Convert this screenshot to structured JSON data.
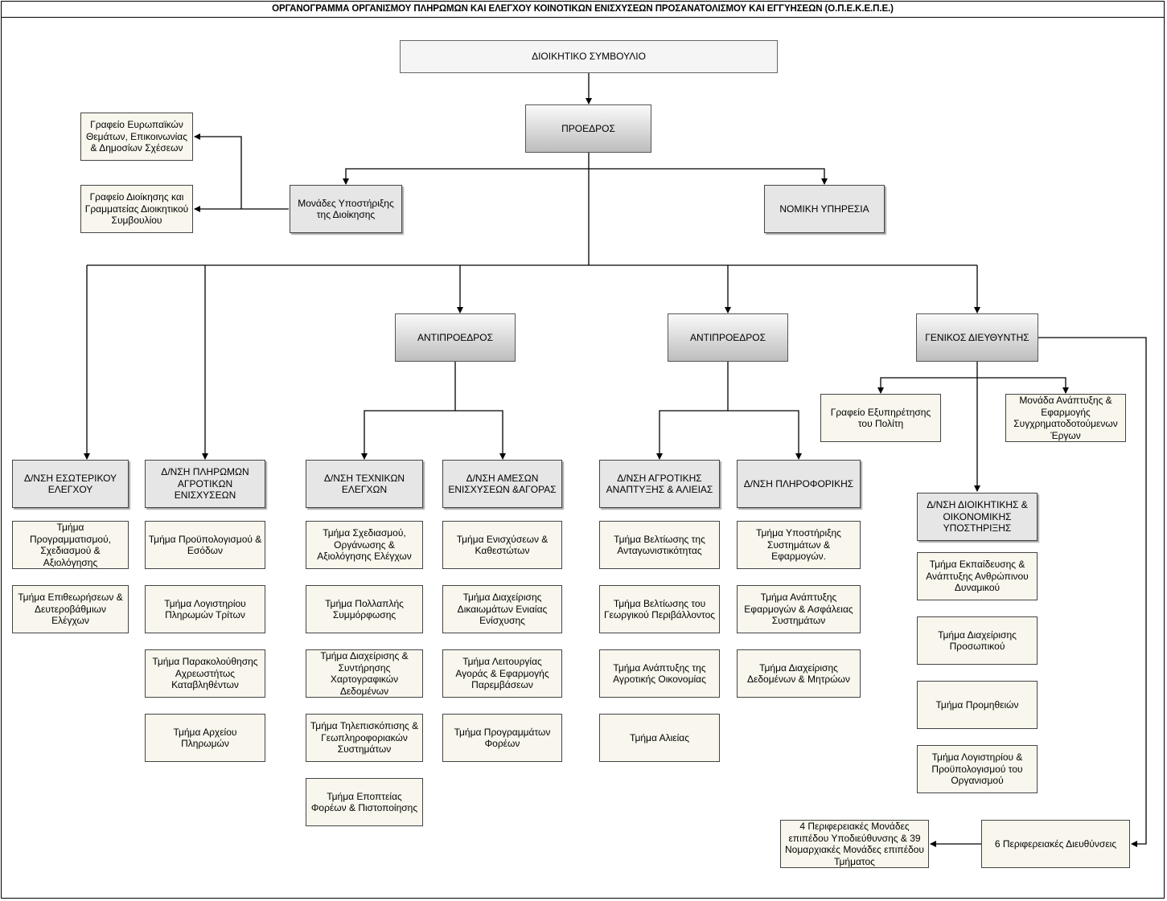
{
  "title": "ΟΡΓΑΝΟΓΡΑΜΜΑ ΟΡΓΑΝΙΣΜΟΥ ΠΛΗΡΩΜΩΝ ΚΑΙ ΕΛΕΓΧΟΥ ΚΟΙΝΟΤΙΚΩΝ ΕΝΙΣΧΥΣΕΩΝ ΠΡΟΣΑΝΑΤΟΛΙΣΜΟΥ ΚΑΙ ΕΓΓΥΗΣΕΩΝ (Ο.Π.Ε.Κ.Ε.Π.Ε.)",
  "top": {
    "board": "ΔΙΟΙΚΗΤΙΚΟ ΣΥΜΒΟΥΛΙΟ",
    "president": "ΠΡΟΕΔΡΟΣ",
    "support_units": "Μονάδες Υποστήριξης της Διοίκησης",
    "legal_service": "ΝΟΜΙΚΗ ΥΠΗΡΕΣΙΑ",
    "office_european": "Γραφείο Ευρωπαϊκών Θεμάτων, Επικοινωνίας & Δημοσίων Σχέσεων",
    "office_admin": "Γραφείο Διοίκησης και Γραμματείας Διοικητικού Συμβουλίου"
  },
  "vice_presidents": [
    "ΑΝΤΙΠΡΟΕΔΡΟΣ",
    "ΑΝΤΙΠΡΟΕΔΡΟΣ"
  ],
  "general_director": {
    "title": "ΓΕΝΙΚΟΣ ΔΙΕΥΘΥΝΤΗΣ",
    "office_citizen": "Γραφείο Εξυπηρέτησης του Πολίτη",
    "unit_cofunded": "Μονάδα Ανάπτυξης & Εφαρμογής Συγχρηματοδοτούμενων Έργων"
  },
  "directorates": [
    {
      "title": "Δ/ΝΣΗ ΕΣΩΤΕΡΙΚΟΥ ΕΛΕΓΧΟΥ",
      "departments": [
        "Τμήμα Προγραμματισμού, Σχεδιασμού & Αξιολόγησης",
        "Τμήμα Επιθεωρήσεων & Δευτεροβάθμιων Ελέγχων"
      ]
    },
    {
      "title": "Δ/ΝΣΗ ΠΛΗΡΩΜΩΝ ΑΓΡΟΤΙΚΩΝ ΕΝΙΣΧΥΣΕΩΝ",
      "departments": [
        "Τμήμα Προϋπολογισμού & Εσόδων",
        "Τμήμα Λογιστηρίου Πληρωμών Τρίτων",
        "Τμήμα Παρακολούθησης Αχρεωστήτως Καταβληθέντων",
        "Τμήμα Αρχείου Πληρωμών"
      ]
    },
    {
      "title": "Δ/ΝΣΗ ΤΕΧΝΙΚΩΝ ΕΛΕΓΧΩΝ",
      "departments": [
        "Τμήμα Σχεδιασμού, Οργάνωσης & Αξιολόγησης Ελέγχων",
        "Τμήμα Πολλαπλής Συμμόρφωσης",
        "Τμήμα Διαχείρισης & Συντήρησης Χαρτογραφικών Δεδομένων",
        "Τμήμα Τηλεπισκόπισης & Γεωπληροφοριακών Συστημάτων",
        "Τμήμα Εποπτείας Φορέων & Πιστοποίησης"
      ]
    },
    {
      "title": "Δ/ΝΣΗ ΑΜΕΣΩΝ ΕΝΙΣΧΥΣΕΩΝ &ΑΓΟΡΑΣ",
      "departments": [
        "Τμήμα Ενισχύσεων & Καθεστώτων",
        "Τμήμα Διαχείρισης Δικαιωμάτων Ενιαίας Ενίσχυσης",
        "Τμήμα Λειτουργίας Αγοράς & Εφαρμογής Παρεμβάσεων",
        "Τμήμα Προγραμμάτων Φορέων"
      ]
    },
    {
      "title": "Δ/ΝΣΗ ΑΓΡΟΤΙΚΗΣ ΑΝΑΠΤΥΞΗΣ & ΑΛΙΕΙΑΣ",
      "departments": [
        "Τμήμα Βελτίωσης της Ανταγωνιστικότητας",
        "Τμήμα Βελτίωσης του Γεωργικού Περιβάλλοντος",
        "Τμήμα Ανάπτυξης της Αγροτικής Οικονομίας",
        "Τμήμα Αλιείας"
      ]
    },
    {
      "title": "Δ/ΝΣΗ ΠΛΗΡΟΦΟΡΙΚΗΣ",
      "departments": [
        "Τμήμα Υποστήριξης Συστημάτων & Εφαρμογών.",
        "Τμήμα Ανάπτυξης Εφαρμογών & Ασφάλειας Συστημάτων",
        "Τμήμα Διαχείρισης Δεδομένων & Μητρώων"
      ]
    },
    {
      "title": "Δ/ΝΣΗ ΔΙΟΙΚΗΤΙΚΗΣ & ΟΙΚΟΝΟΜΙΚΗΣ ΥΠΟΣΤΗΡΙΞΗΣ",
      "departments": [
        "Τμήμα Εκπαίδευσης & Ανάπτυξης Ανθρώπινου Δυναμικού",
        "Τμήμα Διαχείρισης Προσωπικού",
        "Τμήμα Προμηθειών",
        "Τμήμα Λογιστηρίου & Προϋπολογισμού του Οργανισμού"
      ]
    }
  ],
  "regional": {
    "directorates": "6 Περιφερειακές Διευθύνσεις",
    "units": "4 Περιφερειακές Μονάδες επιπέδου Υποδιεύθυνσης & 39 Νομαρχιακές Μονάδες επιπέδου Τμήματος"
  }
}
